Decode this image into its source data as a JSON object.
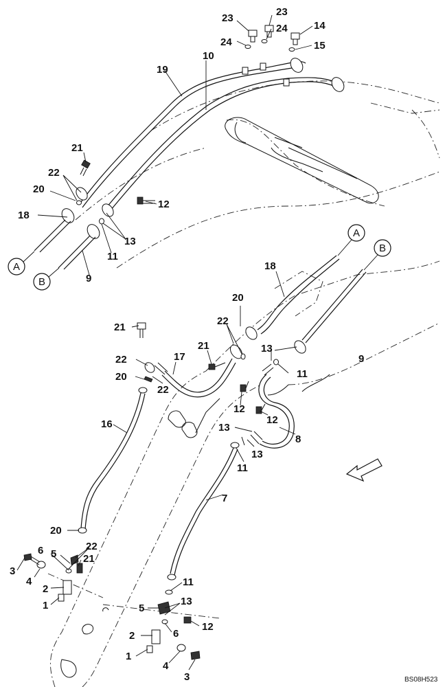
{
  "diagram": {
    "drawing_code": "BS08H523",
    "callouts": [
      "1",
      "2",
      "3",
      "4",
      "5",
      "6",
      "7",
      "8",
      "9",
      "10",
      "11",
      "12",
      "13",
      "14",
      "15",
      "16",
      "17",
      "18",
      "19",
      "20",
      "21",
      "22",
      "23",
      "24"
    ],
    "connection_markers": [
      "A",
      "B"
    ],
    "direction_arrow": "arrow-icon"
  }
}
